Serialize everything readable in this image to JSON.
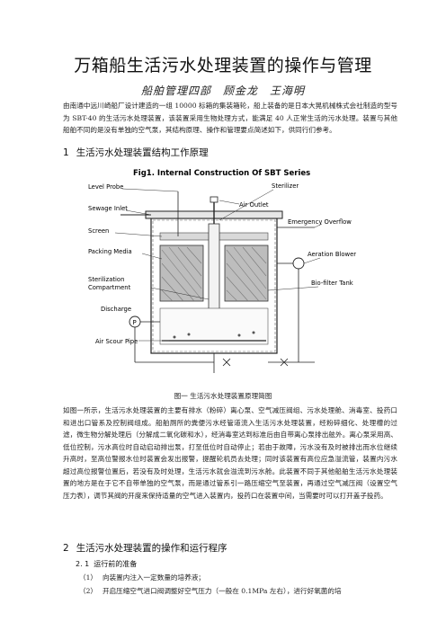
{
  "title": "万箱船生活污水处理装置的操作与管理",
  "authors": "船舶管理四部　顾金龙　王海明",
  "abstract": "由南通中远川崎船厂设计建造的一组 10000 标箱的集装箱轮，船上装备的是日本大晃机械株式会社制造的型号为 SBT-40 的生活污水处理装置，该装置采用生物处理方式，能满足 40 人正常生活的污水处理。装置与其他船舶不同的是没有单独的空气泵，其结构原理、操作和管理要点简述如下，供同行们参考。",
  "section1": {
    "num": "1",
    "title": "生活污水处理装置结构工作原理"
  },
  "figure": {
    "title": "Fig1.  Internal Construction Of SBT Series",
    "labels": {
      "level_probe": "Level Probe",
      "sewage_inlet": "Sewage Inlet",
      "screen": "Screen",
      "packing_media": "Packing Media",
      "sterilization": "Sterilization",
      "compartment": "Compartment",
      "discharge": "Discharge",
      "air_scour_pipe": "Air Scour Pipe",
      "sterilizer": "Sterilizer",
      "air_outlet": "Air Outlet",
      "emergency_overflow": "Emergency Overflow",
      "aeration_blower": "Aeration Blower",
      "bio_filter_tank": "Bio-filter Tank",
      "pump_letter": "P"
    }
  },
  "caption": "图一  生活污水处理装置原理简图",
  "body1": "如图一所示，生活污水处理装置的主要有排水（粉碎）离心泵、空气减压阀组、污水处理舱、消毒室、投药口和进出口管系及控制阀组成。船舶厕所的粪便污水经管道流入生活污水处理装置，经粉碎细化、处理槽的过滤，微生物分解处理后（分解成二氧化碳和水），经消毒室达到标准后由自带离心泵排出舷外。离心泵采用高、低位控制，污水高位时自动启动排出泵，打至低位时自动停止；若由于故障，污水没有及时被排出而水位继续升高时，至高位警报水位时装置会发出报警，提醒轮机员去处理；同时该装置有高位应急溢流管，装置内污水超过高位报警位置后，若没有及时处理，生活污水就会溢流到污水舱。此装置不同于其他船舶生活污水处理装置的地方是在于它不自带单独的空气泵，而是通过管系引一路压缩空气至装置，再通过空气减压阀（设置空气压力表），调节其阀的开度来保持适量的空气进入装置内，投药口在装置中间，当需要时可以打开盖子投药。",
  "section2": {
    "num": "2",
    "title": "生活污水处理装置的操作和运行程序"
  },
  "sub21": {
    "num": "2. 1",
    "title": "运行前的准备"
  },
  "steps": [
    {
      "num": "（1）",
      "text": "向装置内注入一定数量的培养液；"
    },
    {
      "num": "（2）",
      "text": "开启压缩空气进口阀调整好空气压力（一般在 0.1MPa 左右），进行好氧菌的培"
    }
  ]
}
